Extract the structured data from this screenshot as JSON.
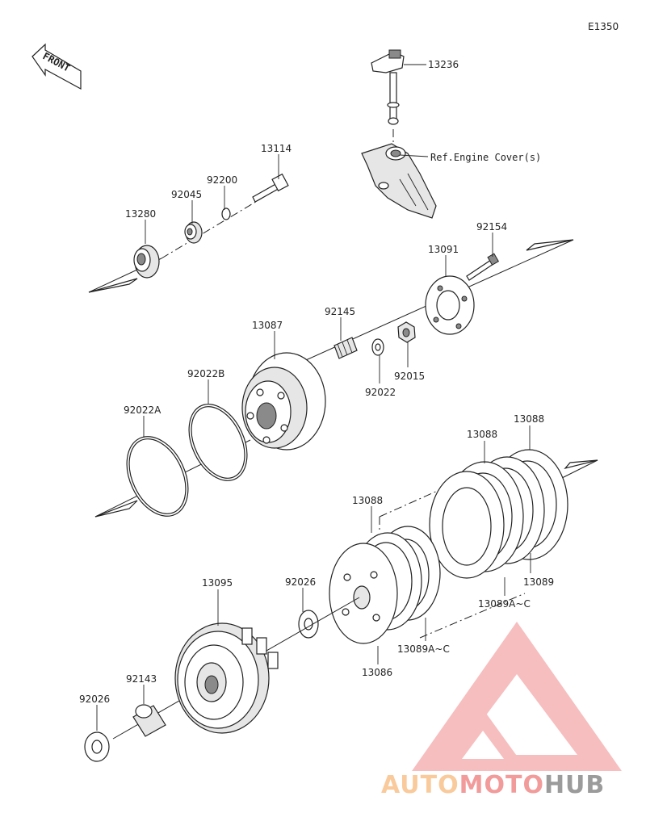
{
  "diagram_code": "E1350",
  "front_label": "FRONT",
  "reference_note": "Ref.Engine Cover(s)",
  "parts": {
    "p13236": "13236",
    "p13114": "13114",
    "p92200": "92200",
    "p92045": "92045",
    "p13280": "13280",
    "p92154": "92154",
    "p13091": "13091",
    "p92145": "92145",
    "p13087": "13087",
    "p92015": "92015",
    "p92022": "92022",
    "p92022B": "92022B",
    "p92022A": "92022A",
    "p13088_a": "13088",
    "p13088_b": "13088",
    "p13088_c": "13088",
    "p13089": "13089",
    "p13089AC_a": "13089A~C",
    "p13089AC_b": "13089A~C",
    "p13095": "13095",
    "p92026_a": "92026",
    "p13086": "13086",
    "p92143": "92143",
    "p92026_b": "92026"
  },
  "watermark": {
    "part1": "AUTO",
    "part2": "MOTO",
    "part3": "HUB",
    "color1": "#f5a04a",
    "color2": "#e94b4b",
    "color3": "#4a4a4a"
  }
}
